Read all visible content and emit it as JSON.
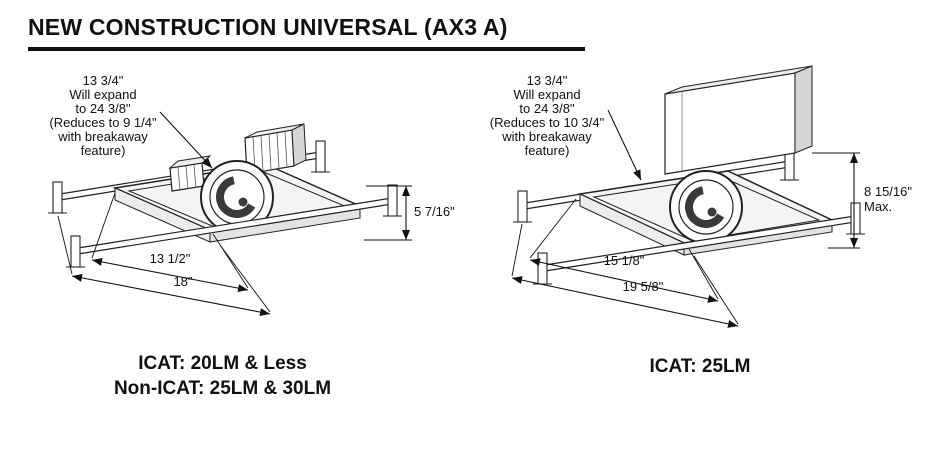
{
  "title": "NEW CONSTRUCTION UNIVERSAL (AX3 A)",
  "colors": {
    "ink": "#111111",
    "shade_light": "#ededed",
    "shade_side": "#d6d6d6",
    "pan_fill": "#f4f4f4"
  },
  "left_figure": {
    "note_lines": [
      "13 3/4\"",
      "Will expand",
      "to 24 3/8\"",
      "(Reduces to 9 1/4\"",
      "with breakaway",
      "feature)"
    ],
    "height_dim": "5 7/16\"",
    "depth_dim_inner": "13 1/2\"",
    "depth_dim_outer": "18\"",
    "caption_line1": "ICAT: 20LM & Less",
    "caption_line2": "Non-ICAT: 25LM & 30LM"
  },
  "right_figure": {
    "note_lines": [
      "13 3/4\"",
      "Will expand",
      "to 24 3/8\"",
      "(Reduces to 10 3/4\"",
      "with breakaway",
      "feature)"
    ],
    "height_dim": "8 15/16\"",
    "height_dim_suffix": "Max.",
    "depth_dim_inner": "15 1/8\"",
    "depth_dim_outer": "19 5/8\"",
    "caption_line1": "ICAT: 25LM"
  }
}
